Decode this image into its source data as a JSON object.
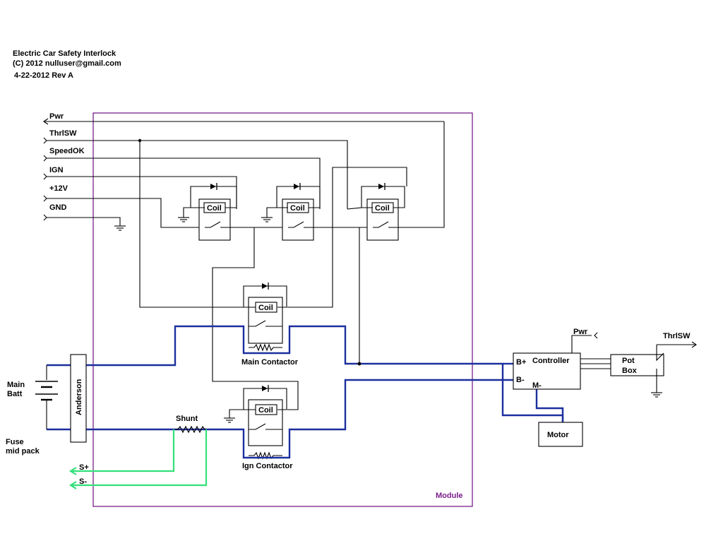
{
  "header": {
    "title": "Electric Car Safety Interlock",
    "copyright": "(C) 2012 nulluser@gmail.com",
    "date": "4-22-2012  Rev A"
  },
  "signals": {
    "pwr": "Pwr",
    "thrlsw": "ThrlSW",
    "speedok": "SpeedOK",
    "ign": "IGN",
    "v12": "+12V",
    "gnd": "GND"
  },
  "module": {
    "label": "Module"
  },
  "relays": {
    "coil_label": "Coil"
  },
  "contactors": {
    "main": "Main Contactor",
    "ign": "Ign Contactor"
  },
  "battery": {
    "line1": "Main",
    "line2": "Batt"
  },
  "fuse": {
    "line1": "Fuse",
    "line2": "mid pack"
  },
  "anderson": "Anderson",
  "shunt": {
    "label": "Shunt",
    "s_plus": "S+",
    "s_minus": "S-"
  },
  "controller": {
    "label": "Controller",
    "b_plus": "B+",
    "b_minus": "B-",
    "m_minus": "M-",
    "pwr": "Pwr"
  },
  "pot_box": {
    "line1": "Pot",
    "line2": "Box",
    "thrlsw": "ThrlSW"
  },
  "motor": {
    "label": "Motor"
  },
  "colors": {
    "bus": "#1c2f9e",
    "shunt_leads": "#33e07a",
    "module_border": "#7a1f8a",
    "wire": "#000000"
  }
}
